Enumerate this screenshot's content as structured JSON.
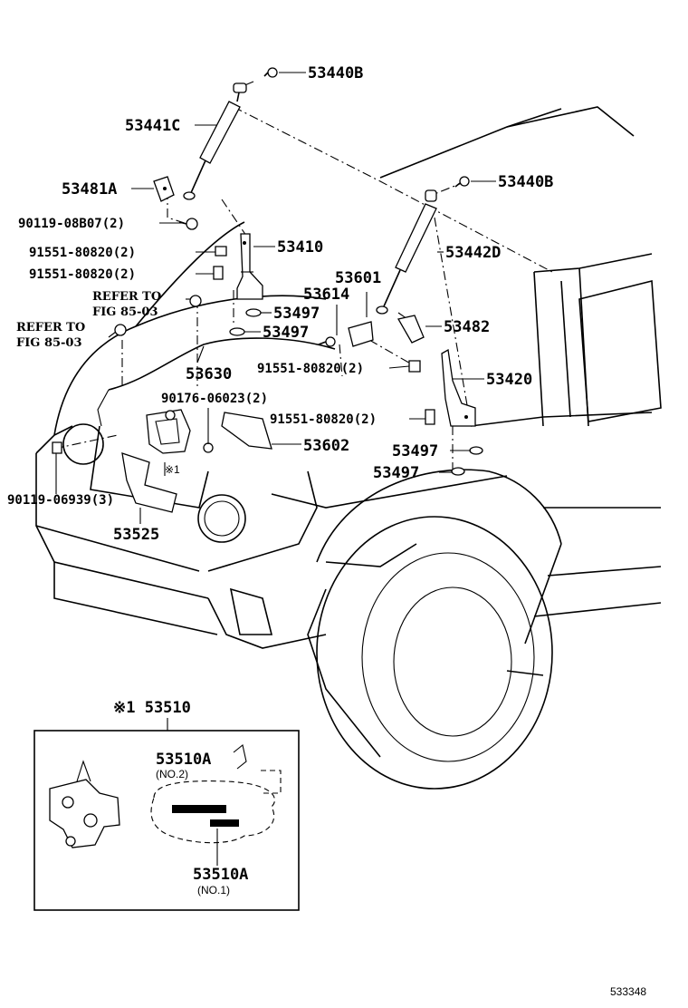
{
  "labels": {
    "p53440b_top": "53440B",
    "p53441c": "53441C",
    "p53481a": "53481A",
    "p90119_08b07": "90119-08B07(2)",
    "p91551_a": "91551-80820(2)",
    "p91551_b": "91551-80820(2)",
    "refer1_a": "REFER TO",
    "refer1_b": "FIG 85-03",
    "refer2_a": "REFER TO",
    "refer2_b": "FIG 85-03",
    "p53410": "53410",
    "p53497_a": "53497",
    "p53497_b": "53497",
    "p53630": "53630",
    "p53440b_right": "53440B",
    "p53442d": "53442D",
    "p53601": "53601",
    "p53614": "53614",
    "p53482": "53482",
    "p91551_c": "91551-80820(2)",
    "p53420": "53420",
    "p90176": "90176-06023(2)",
    "p91551_d": "91551-80820(2)",
    "p53602": "53602",
    "p53497_c": "53497",
    "p53497_d": "53497",
    "mark1": "※1",
    "p90119_06939": "90119-06939(3)",
    "p53525": "53525",
    "inset_title": "※1 53510",
    "p53510a_top": "53510A",
    "no2": "(NO.2)",
    "p53510a_bottom": "53510A",
    "no1": "(NO.1)",
    "figure_id": "533348"
  }
}
